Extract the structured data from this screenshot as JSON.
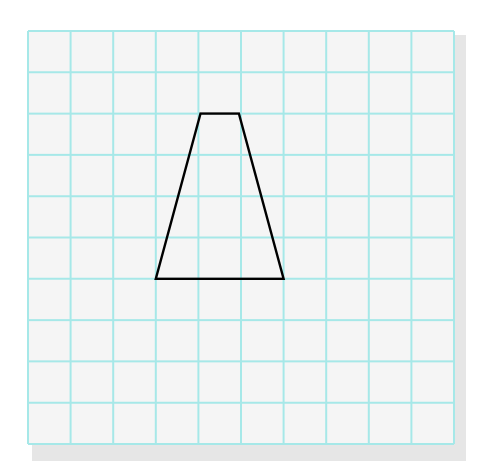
{
  "diagram": {
    "grid": {
      "columns": 10,
      "rows": 10,
      "line_color": "#a6e8e8",
      "background_color": "#f5f5f5",
      "shadow_color": "#e6e6e6"
    },
    "shape": {
      "type": "trapezoid",
      "vertices": [
        {
          "col": 4.05,
          "row": 2
        },
        {
          "col": 4.95,
          "row": 2
        },
        {
          "col": 6,
          "row": 6
        },
        {
          "col": 3,
          "row": 6
        }
      ],
      "stroke_color": "#000000",
      "fill": "none"
    }
  }
}
